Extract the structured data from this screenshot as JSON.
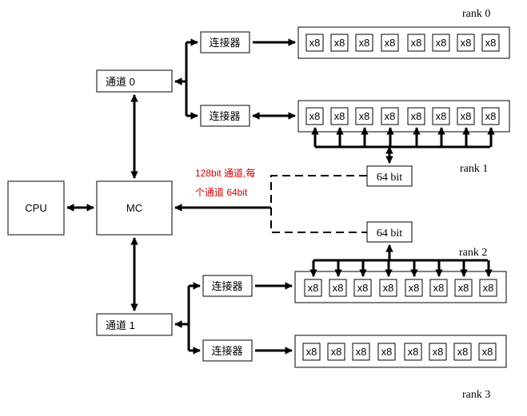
{
  "rank_labels": [
    "rank 0",
    "rank 1",
    "rank 2",
    "rank 3"
  ],
  "cpu_label": "CPU",
  "mc_label": "MC",
  "channel_labels": [
    "通道 0",
    "通道 1"
  ],
  "connector_label": "连接器",
  "chip_label": "x8",
  "bus_labels": [
    "64 bit",
    "64 bit"
  ],
  "note_lines": [
    "128bit 通道,每",
    "个通道 64bit"
  ],
  "colors": {
    "note": "#cc0000",
    "line": "#000000"
  }
}
